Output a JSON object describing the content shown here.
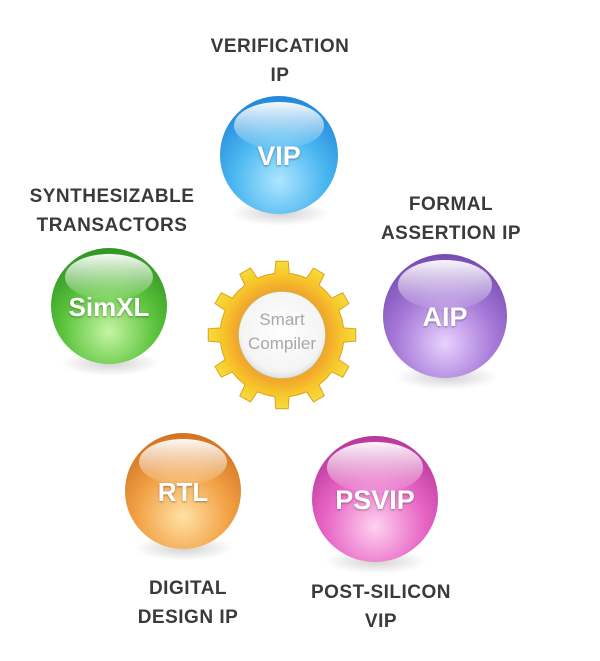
{
  "center": {
    "line1": "Smart",
    "line2": "Compiler"
  },
  "nodes": {
    "vip": {
      "label": "VIP",
      "caption": [
        "VERIFICATION",
        "IP"
      ]
    },
    "simxl": {
      "label": "SimXL",
      "caption": [
        "SYNTHESIZABLE",
        "TRANSACTORS"
      ]
    },
    "aip": {
      "label": "AIP",
      "caption": [
        "FORMAL",
        "ASSERTION IP"
      ]
    },
    "rtl": {
      "label": "RTL",
      "caption": [
        "DIGITAL",
        "DESIGN IP"
      ]
    },
    "psvip": {
      "label": "PSVIP",
      "caption": [
        "POST-SILICON",
        "VIP"
      ]
    }
  },
  "colors": {
    "vip": "#2f9be6",
    "simxl": "#3aa82a",
    "aip": "#8a5cc4",
    "rtl": "#e08a2a",
    "psvip": "#d44cb2",
    "gear_outer": "#f5d31e",
    "gear_inner": "#f0a030",
    "caption": "#3a3a3a"
  },
  "icons": {
    "center": "gear-icon"
  }
}
